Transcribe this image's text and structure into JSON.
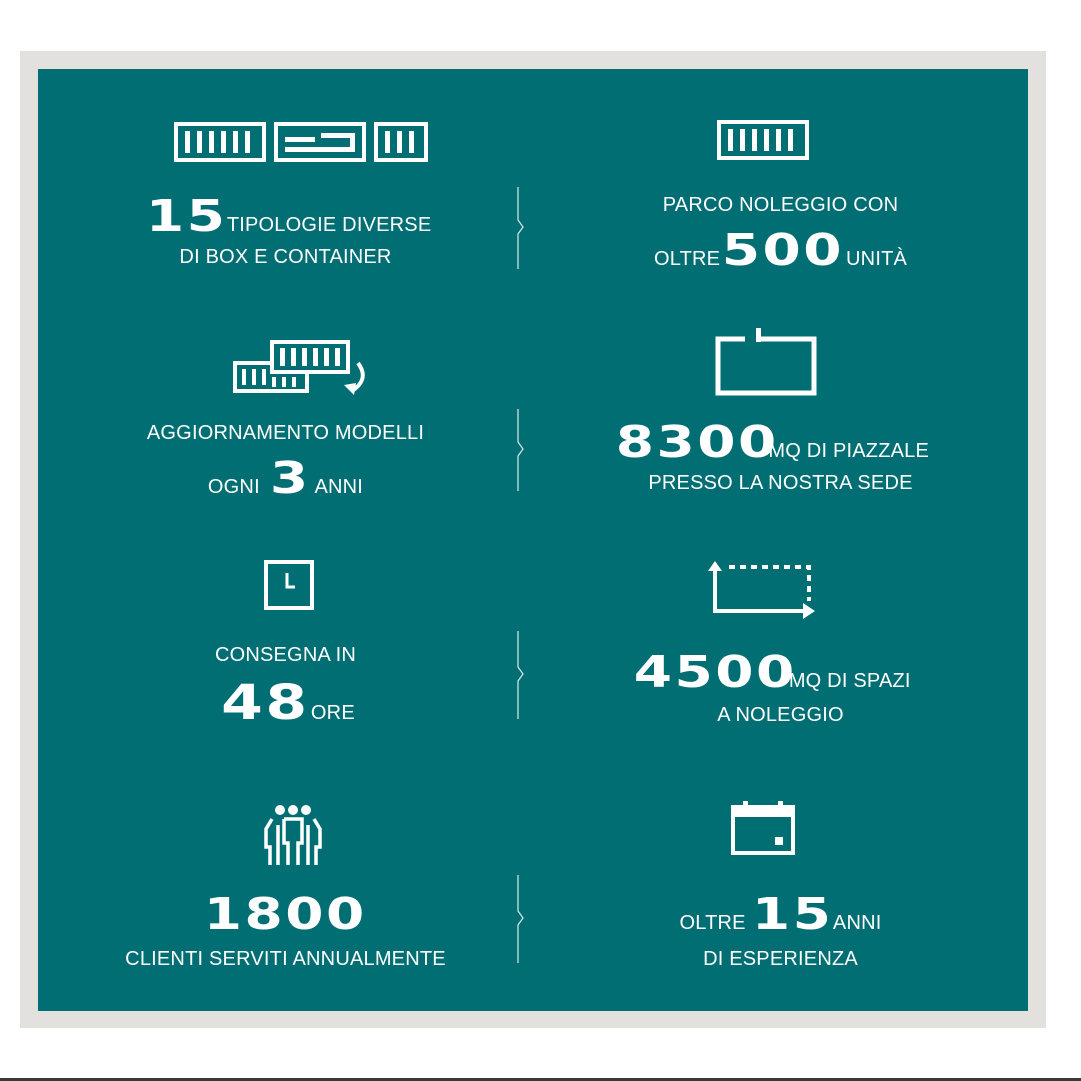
{
  "colors": {
    "panel": "#006e73",
    "frame": "#e3e1dd",
    "text": "#ffffff"
  },
  "stats": [
    {
      "id": "box-types",
      "icon": "containers-icon",
      "number": "15",
      "pre": "",
      "post": "TIPOLOGIE DIVERSE",
      "line2": "DI BOX E CONTAINER"
    },
    {
      "id": "rental-fleet",
      "icon": "container-icon",
      "line1": "PARCO NOLEGGIO CON",
      "pre": "OLTRE",
      "number": "500",
      "post": "UNITÀ"
    },
    {
      "id": "model-update",
      "icon": "container-swap-icon",
      "line1": "AGGIORNAMENTO MODELLI",
      "pre": "OGNI",
      "number": "3",
      "post": "ANNI"
    },
    {
      "id": "yard-area",
      "icon": "yard-outline-icon",
      "number": "8300",
      "post": "MQ DI PIAZZALE",
      "line2": "PRESSO LA NOSTRA SEDE"
    },
    {
      "id": "delivery",
      "icon": "clock-icon",
      "line1": "CONSEGNA IN",
      "number": "48",
      "post": "ORE"
    },
    {
      "id": "rental-space",
      "icon": "area-expand-icon",
      "number": "4500",
      "post": "MQ DI SPAZI",
      "line2": "A NOLEGGIO"
    },
    {
      "id": "clients",
      "icon": "people-icon",
      "number": "1800",
      "line2": "CLIENTI SERVITI ANNUALMENTE"
    },
    {
      "id": "experience",
      "icon": "calendar-icon",
      "pre": "OLTRE",
      "number": "15",
      "post": "ANNI",
      "line2": "DI ESPERIENZA"
    }
  ]
}
